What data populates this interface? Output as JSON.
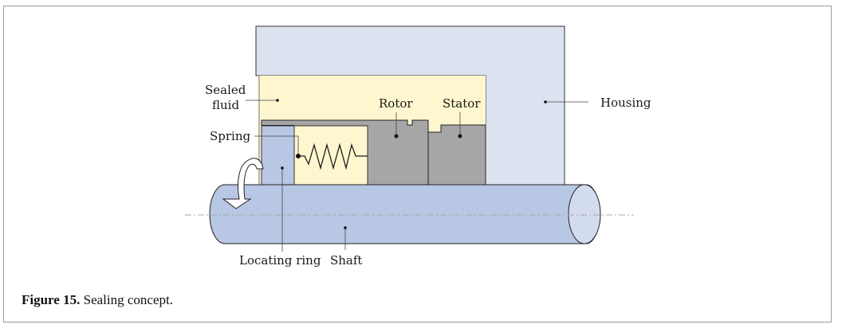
{
  "figure": {
    "number_label": "Figure 15.",
    "caption_text": " Sealing concept."
  },
  "labels": {
    "sealed_fluid_line1": "Sealed",
    "sealed_fluid_line2": "fluid",
    "rotor": "Rotor",
    "stator": "Stator",
    "housing": "Housing",
    "spring": "Spring",
    "locating_ring": "Locating ring",
    "shaft": "Shaft"
  },
  "colors": {
    "housing": "#dce2f0",
    "sealed_fluid": "#fdf6cf",
    "rotor_stator": "#a6a6a6",
    "shaft": "#b8c7e4",
    "shaft_end": "#d3dcef",
    "outline": "#1e1e1e",
    "centerline": "#a8a8a8",
    "frame_border": "#9a9a9a"
  }
}
